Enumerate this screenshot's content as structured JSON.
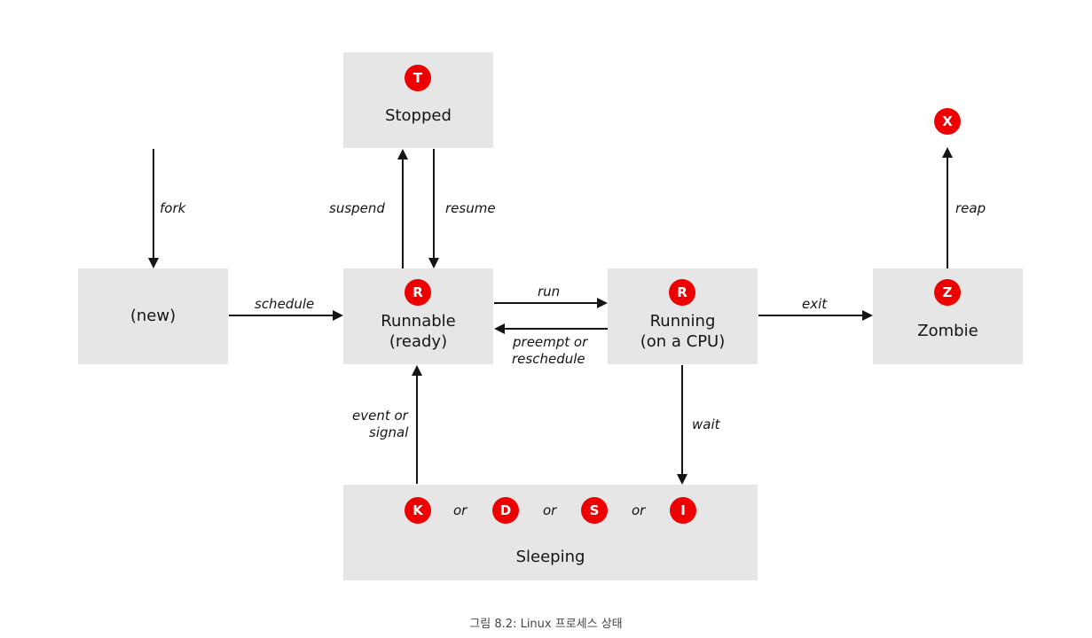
{
  "states": {
    "stopped": {
      "code": "T",
      "label": "Stopped"
    },
    "new": {
      "label": "(new)"
    },
    "runnable": {
      "code": "R",
      "label_line1": "Runnable",
      "label_line2": "(ready)"
    },
    "running": {
      "code": "R",
      "label_line1": "Running",
      "label_line2": "(on a CPU)"
    },
    "zombie": {
      "code": "Z",
      "label": "Zombie"
    },
    "sleeping": {
      "codes": [
        "K",
        "D",
        "S",
        "I"
      ],
      "separator": "or",
      "label": "Sleeping"
    },
    "reaped": {
      "code": "X"
    }
  },
  "transitions": {
    "fork": "fork",
    "suspend": "suspend",
    "resume": "resume",
    "reap": "reap",
    "schedule": "schedule",
    "run": "run",
    "preempt_line1": "preempt or",
    "preempt_line2": "reschedule",
    "exit": "exit",
    "event_line1": "event or",
    "event_line2": "signal",
    "wait": "wait"
  },
  "caption": "그림 8.2: Linux 프로세스 상태",
  "colors": {
    "badge": "#ee0000",
    "box": "#e6e6e6",
    "arrow": "#151515"
  }
}
